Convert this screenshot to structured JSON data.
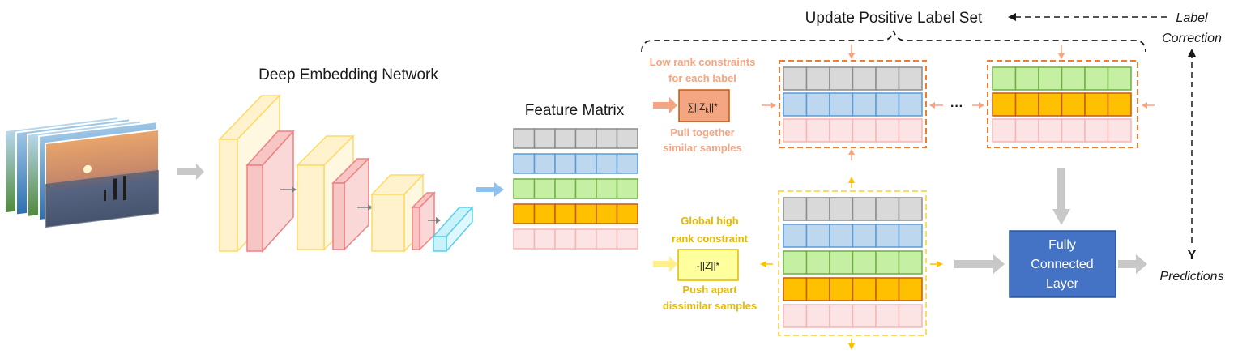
{
  "labels": {
    "network_title": "Deep Embedding Network",
    "feature_matrix": "Feature Matrix",
    "update_label_set": "Update Positive Label Set",
    "label_correction_1": "Label",
    "label_correction_2": "Correction",
    "low_rank_1": "Low rank constraints",
    "low_rank_2": "for each label",
    "low_rank_formula": "∑||Z",
    "low_rank_formula_sub": "k",
    "low_rank_formula_end": "||*",
    "pull_1": "Pull together",
    "pull_2": "similar samples",
    "global_1": "Global high",
    "global_2": "rank constraint",
    "global_formula": "-||Z||*",
    "push_1": "Push apart",
    "push_2": "dissimilar samples",
    "ellipsis": "···",
    "fc_1": "Fully",
    "fc_2": "Connected",
    "fc_3": "Layer",
    "y_symbol": "Y",
    "predictions": "Predictions"
  },
  "colors": {
    "gray_row": "#d9d9d9",
    "gray_row_border": "#8c8c8c",
    "blue_row": "#bdd7ee",
    "blue_row_border": "#5b9bd5",
    "green_row": "#c5f0a4",
    "green_row_border": "#70ad47",
    "orange_row": "#ffc000",
    "orange_row_border": "#c55a11",
    "pink_row": "#fde4e4",
    "pink_row_border": "#f4b6b6",
    "yellow_block": "#fff2cc",
    "yellow_block_border": "#ffd966",
    "pink_block": "#f8c5c5",
    "pink_block_border": "#f08080",
    "cyan_block": "#c9f2fb",
    "cyan_block_border": "#5bd0ec",
    "salmon_text": "#f4a582",
    "gold_text": "#e6b800",
    "fc_fill": "#4472c4",
    "arrow_gray": "#c8c8c8"
  },
  "icons": {
    "photo_stack": "photo-stack-icon",
    "arrows": "arrow-icon"
  }
}
